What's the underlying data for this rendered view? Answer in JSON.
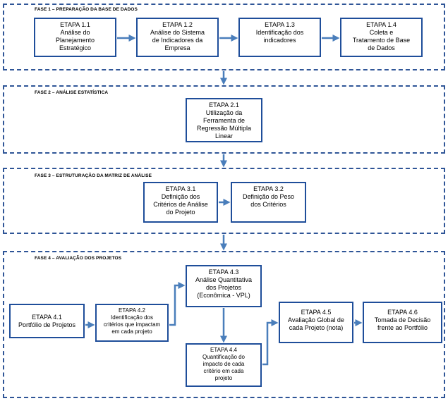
{
  "phases": [
    {
      "label": "FASE 1 – PREPARAÇÃO  DA BASE DE DADOS"
    },
    {
      "label": "FASE 2 – ANÁLISE  ESTATÍSTICA"
    },
    {
      "label": "FASE 3 – ESTRUTURAÇÃO   DA MATRIZ  DE ANÁLISE"
    },
    {
      "label": "FASE 4 – AVALIAÇÃO   DOS PROJETOS"
    }
  ],
  "steps": {
    "e11": [
      "ETAPA 1.1",
      "Análise do",
      "Planejamento",
      "Estratégico"
    ],
    "e12": [
      "ETAPA 1.2",
      "Análise do Sistema",
      "de Indicadores da",
      "Empresa"
    ],
    "e13": [
      "ETAPA 1.3",
      "Identificação dos",
      "indicadores"
    ],
    "e14": [
      "ETAPA 1.4",
      "Coleta  e",
      "Tratamento de Base",
      "de Dados"
    ],
    "e21": [
      "ETAPA 2.1",
      "Utilização da",
      "Ferramenta de",
      "Regressão Múltipla",
      "Linear"
    ],
    "e31": [
      "ETAPA 3.1",
      "Definição dos",
      "Critérios de Análise",
      "do Projeto"
    ],
    "e32": [
      "ETAPA 3.2",
      "Definição do Peso",
      "dos Critérios"
    ],
    "e41": [
      "ETAPA 4.1",
      "Portfólio de Projetos"
    ],
    "e42": [
      "ETAPA 4.2",
      "Identificação dos",
      "critérios que impactam",
      "em cada projeto"
    ],
    "e43": [
      "ETAPA 4.3",
      "Análise Quantitativa",
      "dos Projetos",
      "(Econômica - VPL)"
    ],
    "e44": [
      "ETAPA 4.4",
      "Quantificação do",
      "impacto de cada",
      "critério em cada",
      "projeto"
    ],
    "e45": [
      "ETAPA 4.5",
      "Avaliação Global de",
      "cada Projeto (nota)"
    ],
    "e46": [
      "ETAPA 4.6",
      "Tomada de Decisão",
      "frente ao Portfólio"
    ]
  },
  "colors": {
    "border": "#1f4e9a",
    "dashed": "#2f5597",
    "arrow": "#4a7ebb"
  }
}
